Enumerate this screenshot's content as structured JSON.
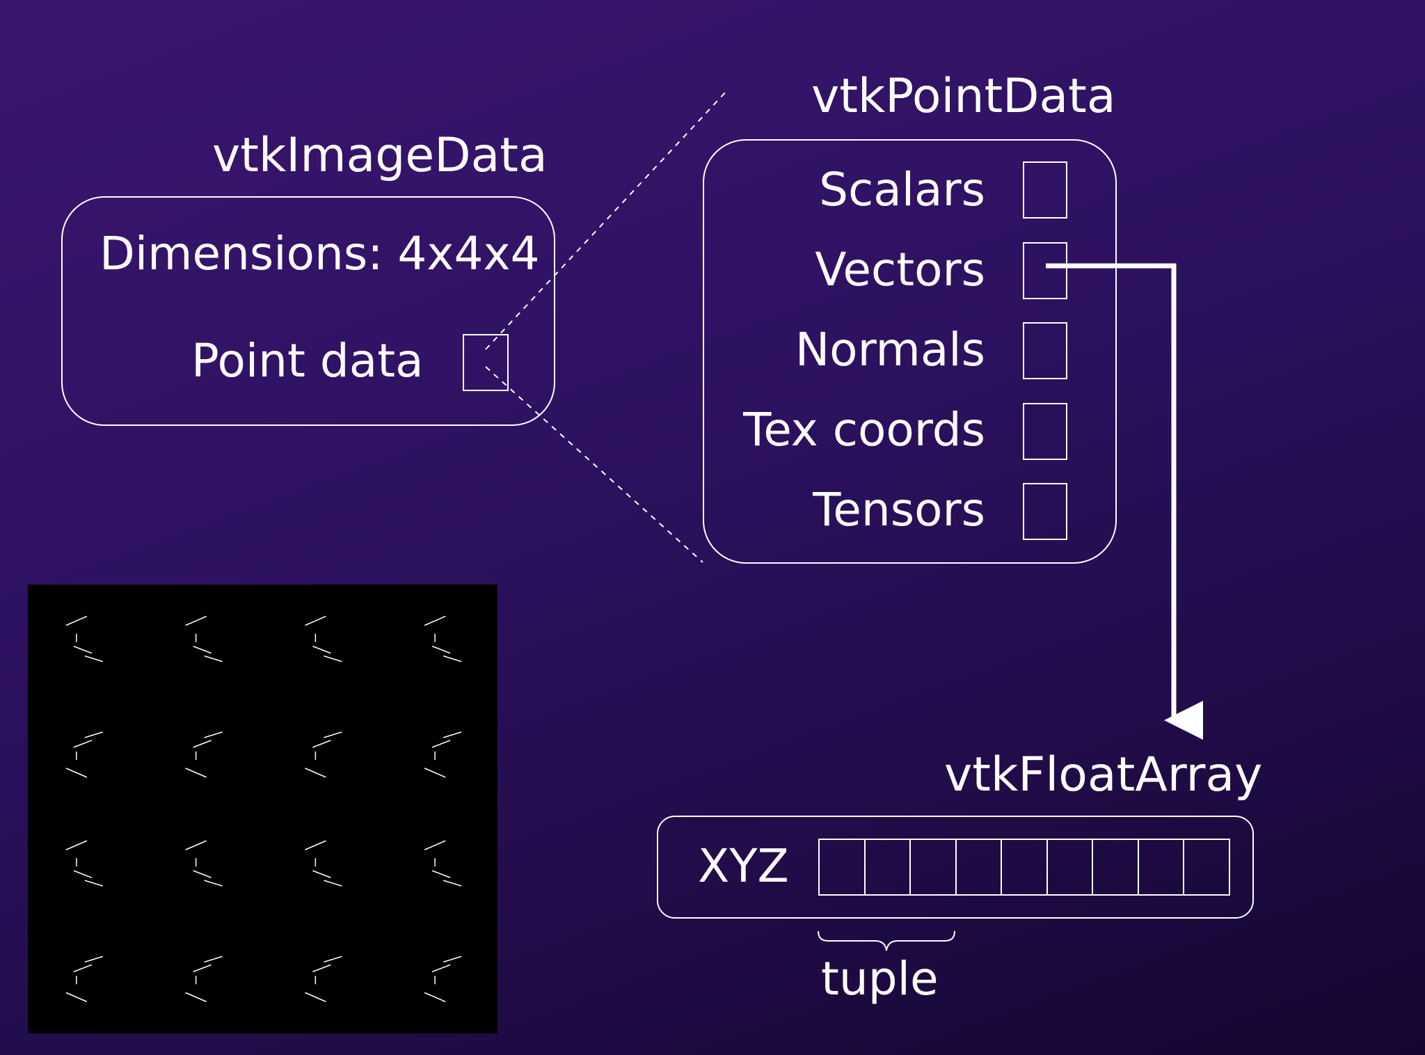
{
  "image_data": {
    "title": "vtkImageData",
    "dimensions": "Dimensions: 4x4x4",
    "point_data": "Point data"
  },
  "point_data_block": {
    "title": "vtkPointData",
    "attributes": [
      "Scalars",
      "Vectors",
      "Normals",
      "Tex coords",
      "Tensors"
    ]
  },
  "float_array": {
    "title": "vtkFloatArray",
    "components": "XYZ",
    "cell_count": 9,
    "tuple_label": "tuple"
  },
  "vector_grid": {
    "rows": 4,
    "cols": 4
  },
  "colors": {
    "foreground": "#ffffff",
    "panel": "#000000"
  }
}
